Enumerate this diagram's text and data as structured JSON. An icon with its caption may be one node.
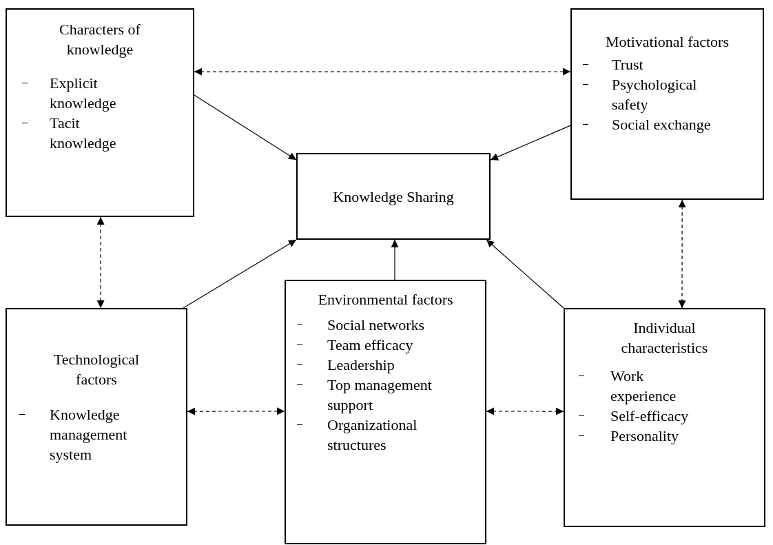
{
  "diagram": {
    "nodes": [
      {
        "text": [
          "Characters of knowledge",
          "Explicit knowledge",
          "Tacit knowledge"
        ]
      },
      {
        "text": [
          "Motivational factors",
          "Trust",
          "Psychological safety",
          "Social exchange"
        ]
      },
      {
        "text": [
          "Knowledge Sharing"
        ]
      },
      {
        "text": [
          "Technological factors",
          "Knowledge management system"
        ]
      },
      {
        "text": [
          "Environmental factors",
          "Social networks",
          "Team efficacy",
          "Leadership",
          "Top management support",
          "Organizational structures"
        ]
      },
      {
        "text": [
          "Individual characteristics",
          "Work experience",
          "Self-efficacy",
          "Personality"
        ]
      }
    ],
    "edges": [
      {
        "from": 0,
        "to": 1,
        "arrow": "both",
        "style": "dashed"
      },
      {
        "from": 0,
        "to": 2,
        "arrow": "to"
      },
      {
        "from": 1,
        "to": 2,
        "arrow": "to"
      },
      {
        "from": 0,
        "to": 3,
        "arrow": "both",
        "style": "dashed"
      },
      {
        "from": 3,
        "to": 2,
        "arrow": "to"
      },
      {
        "from": 4,
        "to": 2,
        "arrow": "to"
      },
      {
        "from": 5,
        "to": 2,
        "arrow": "to"
      },
      {
        "from": 1,
        "to": 5,
        "arrow": "both",
        "style": "dashed"
      },
      {
        "from": 3,
        "to": 4,
        "arrow": "both",
        "style": "dashed"
      },
      {
        "from": 4,
        "to": 5,
        "arrow": "both",
        "style": "dashed"
      }
    ]
  }
}
